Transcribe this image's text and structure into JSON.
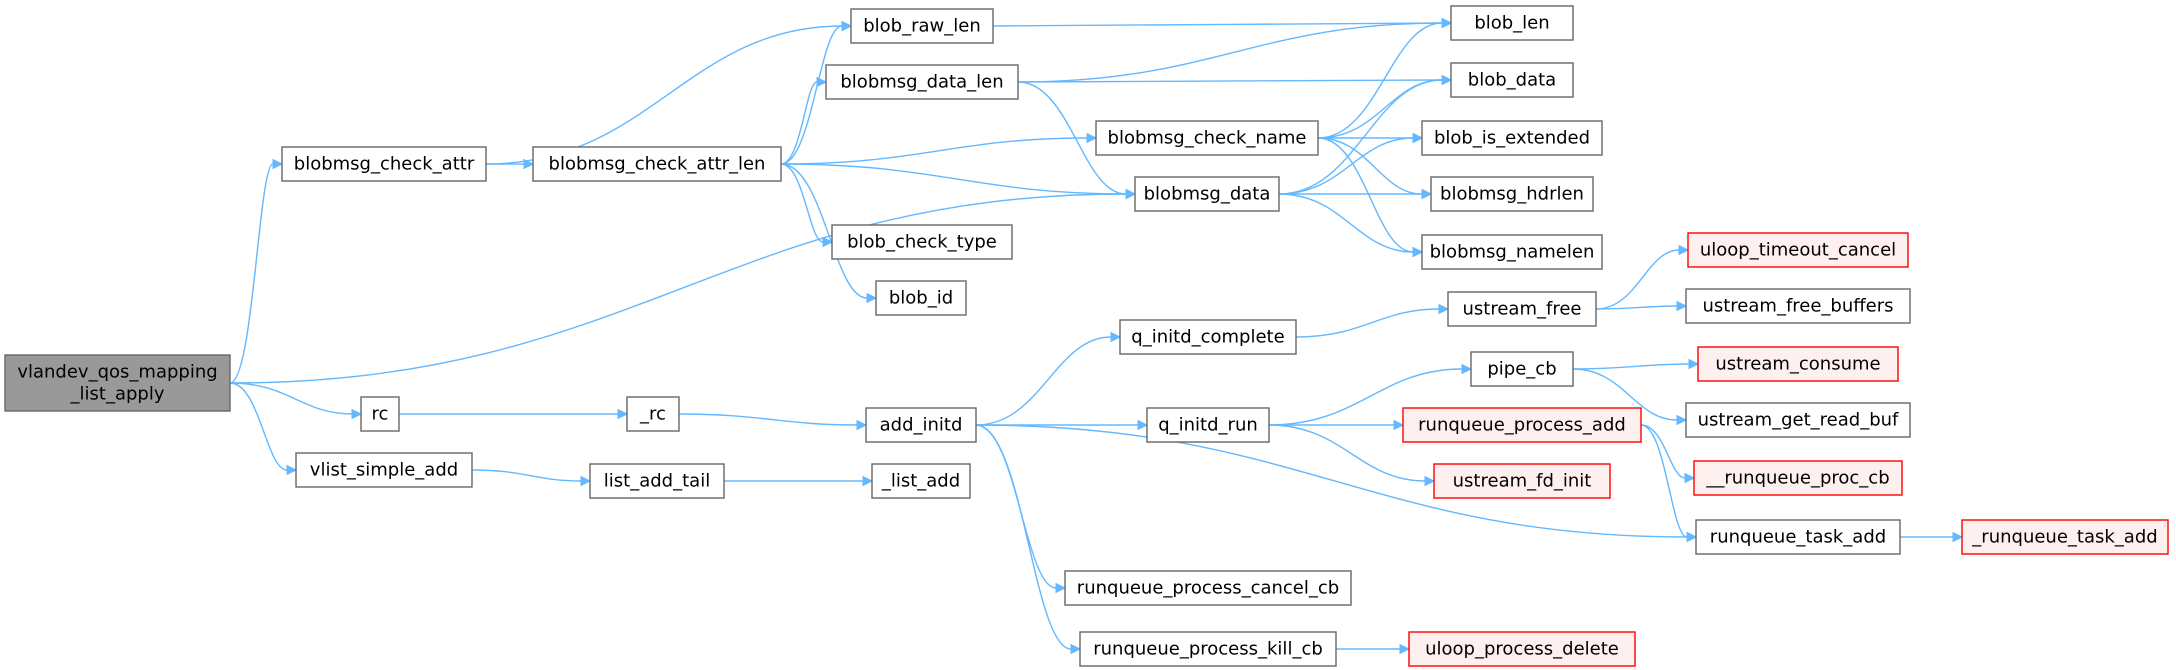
{
  "nodes": [
    {
      "id": "root",
      "lines": [
        "vlandev_qos_mapping",
        "_list_apply"
      ],
      "style": "root"
    },
    {
      "id": "blobmsg_check_attr",
      "lines": [
        "blobmsg_check_attr"
      ],
      "style": "plain"
    },
    {
      "id": "rc",
      "lines": [
        "rc"
      ],
      "style": "plain"
    },
    {
      "id": "vlist_simple_add",
      "lines": [
        "vlist_simple_add"
      ],
      "style": "plain"
    },
    {
      "id": "blobmsg_check_attr_len",
      "lines": [
        "blobmsg_check_attr_len"
      ],
      "style": "plain"
    },
    {
      "id": "_rc",
      "lines": [
        "_rc"
      ],
      "style": "plain"
    },
    {
      "id": "list_add_tail",
      "lines": [
        "list_add_tail"
      ],
      "style": "plain"
    },
    {
      "id": "blob_raw_len",
      "lines": [
        "blob_raw_len"
      ],
      "style": "plain"
    },
    {
      "id": "blobmsg_data_len",
      "lines": [
        "blobmsg_data_len"
      ],
      "style": "plain"
    },
    {
      "id": "blob_check_type",
      "lines": [
        "blob_check_type"
      ],
      "style": "plain"
    },
    {
      "id": "blob_id",
      "lines": [
        "blob_id"
      ],
      "style": "plain"
    },
    {
      "id": "add_initd",
      "lines": [
        "add_initd"
      ],
      "style": "plain"
    },
    {
      "id": "_list_add",
      "lines": [
        "_list_add"
      ],
      "style": "plain"
    },
    {
      "id": "blobmsg_check_name",
      "lines": [
        "blobmsg_check_name"
      ],
      "style": "plain"
    },
    {
      "id": "blobmsg_data",
      "lines": [
        "blobmsg_data"
      ],
      "style": "plain"
    },
    {
      "id": "q_initd_complete",
      "lines": [
        "q_initd_complete"
      ],
      "style": "plain"
    },
    {
      "id": "q_initd_run",
      "lines": [
        "q_initd_run"
      ],
      "style": "plain"
    },
    {
      "id": "runqueue_process_cancel_cb",
      "lines": [
        "runqueue_process_cancel_cb"
      ],
      "style": "plain"
    },
    {
      "id": "runqueue_process_kill_cb",
      "lines": [
        "runqueue_process_kill_cb"
      ],
      "style": "plain"
    },
    {
      "id": "blob_len",
      "lines": [
        "blob_len"
      ],
      "style": "plain"
    },
    {
      "id": "blob_data",
      "lines": [
        "blob_data"
      ],
      "style": "plain"
    },
    {
      "id": "blob_is_extended",
      "lines": [
        "blob_is_extended"
      ],
      "style": "plain"
    },
    {
      "id": "blobmsg_hdrlen",
      "lines": [
        "blobmsg_hdrlen"
      ],
      "style": "plain"
    },
    {
      "id": "blobmsg_namelen",
      "lines": [
        "blobmsg_namelen"
      ],
      "style": "plain"
    },
    {
      "id": "ustream_free",
      "lines": [
        "ustream_free"
      ],
      "style": "plain"
    },
    {
      "id": "pipe_cb",
      "lines": [
        "pipe_cb"
      ],
      "style": "plain"
    },
    {
      "id": "runqueue_process_add",
      "lines": [
        "runqueue_process_add"
      ],
      "style": "trunc"
    },
    {
      "id": "ustream_fd_init",
      "lines": [
        "ustream_fd_init"
      ],
      "style": "trunc"
    },
    {
      "id": "uloop_process_delete",
      "lines": [
        "uloop_process_delete"
      ],
      "style": "trunc"
    },
    {
      "id": "uloop_timeout_cancel",
      "lines": [
        "uloop_timeout_cancel"
      ],
      "style": "trunc"
    },
    {
      "id": "ustream_free_buffers",
      "lines": [
        "ustream_free_buffers"
      ],
      "style": "plain"
    },
    {
      "id": "ustream_consume",
      "lines": [
        "ustream_consume"
      ],
      "style": "trunc"
    },
    {
      "id": "ustream_get_read_buf",
      "lines": [
        "ustream_get_read_buf"
      ],
      "style": "plain"
    },
    {
      "id": "__runqueue_proc_cb",
      "lines": [
        "__runqueue_proc_cb"
      ],
      "style": "trunc"
    },
    {
      "id": "runqueue_task_add",
      "lines": [
        "runqueue_task_add"
      ],
      "style": "plain"
    },
    {
      "id": "_runqueue_task_add",
      "lines": [
        "_runqueue_task_add"
      ],
      "style": "trunc"
    }
  ],
  "edges": [
    [
      "root",
      "blobmsg_check_attr"
    ],
    [
      "root",
      "blobmsg_data"
    ],
    [
      "root",
      "rc"
    ],
    [
      "root",
      "vlist_simple_add"
    ],
    [
      "blobmsg_check_attr",
      "blob_raw_len"
    ],
    [
      "blobmsg_check_attr",
      "blobmsg_check_attr_len"
    ],
    [
      "blobmsg_check_attr_len",
      "blob_raw_len"
    ],
    [
      "blobmsg_check_attr_len",
      "blobmsg_data_len"
    ],
    [
      "blobmsg_check_attr_len",
      "blobmsg_check_name"
    ],
    [
      "blobmsg_check_attr_len",
      "blobmsg_data"
    ],
    [
      "blobmsg_check_attr_len",
      "blob_check_type"
    ],
    [
      "blobmsg_check_attr_len",
      "blob_id"
    ],
    [
      "blob_raw_len",
      "blob_len"
    ],
    [
      "blobmsg_data_len",
      "blob_len"
    ],
    [
      "blobmsg_data_len",
      "blob_data"
    ],
    [
      "blobmsg_data_len",
      "blobmsg_data"
    ],
    [
      "blobmsg_check_name",
      "blob_len"
    ],
    [
      "blobmsg_check_name",
      "blob_data"
    ],
    [
      "blobmsg_check_name",
      "blob_is_extended"
    ],
    [
      "blobmsg_check_name",
      "blobmsg_hdrlen"
    ],
    [
      "blobmsg_check_name",
      "blobmsg_namelen"
    ],
    [
      "blobmsg_data",
      "blob_data"
    ],
    [
      "blobmsg_data",
      "blob_is_extended"
    ],
    [
      "blobmsg_data",
      "blobmsg_hdrlen"
    ],
    [
      "blobmsg_data",
      "blobmsg_namelen"
    ],
    [
      "rc",
      "_rc"
    ],
    [
      "_rc",
      "add_initd"
    ],
    [
      "add_initd",
      "q_initd_complete"
    ],
    [
      "add_initd",
      "q_initd_run"
    ],
    [
      "add_initd",
      "runqueue_task_add"
    ],
    [
      "add_initd",
      "runqueue_process_cancel_cb"
    ],
    [
      "add_initd",
      "runqueue_process_kill_cb"
    ],
    [
      "q_initd_complete",
      "ustream_free"
    ],
    [
      "ustream_free",
      "uloop_timeout_cancel"
    ],
    [
      "ustream_free",
      "ustream_free_buffers"
    ],
    [
      "q_initd_run",
      "pipe_cb"
    ],
    [
      "q_initd_run",
      "runqueue_process_add"
    ],
    [
      "q_initd_run",
      "ustream_fd_init"
    ],
    [
      "pipe_cb",
      "ustream_consume"
    ],
    [
      "pipe_cb",
      "ustream_get_read_buf"
    ],
    [
      "runqueue_process_add",
      "__runqueue_proc_cb"
    ],
    [
      "runqueue_process_add",
      "runqueue_task_add"
    ],
    [
      "runqueue_task_add",
      "_runqueue_task_add"
    ],
    [
      "runqueue_process_kill_cb",
      "uloop_process_delete"
    ],
    [
      "vlist_simple_add",
      "list_add_tail"
    ],
    [
      "list_add_tail",
      "_list_add"
    ]
  ],
  "colors": {
    "edge": "#63b8ff",
    "root_fill": "#999999",
    "node_border": "#666666",
    "truncated_border": "#ff0000",
    "truncated_fill": "#fff0f0"
  }
}
